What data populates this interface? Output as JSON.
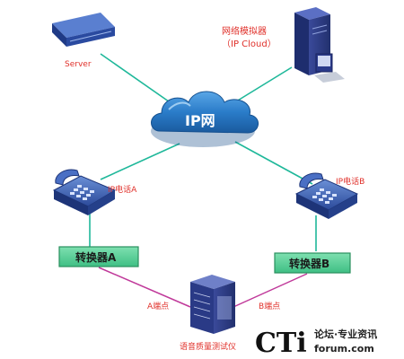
{
  "nodes": {
    "server": {
      "label": "Server"
    },
    "emulator": {
      "label_line1": "网络模拟器",
      "label_line2": "（IP Cloud）"
    },
    "cloud": {
      "label": "IP网"
    },
    "phone_a": {
      "label": "IP电话A"
    },
    "phone_b": {
      "label": "IP电话B"
    },
    "converter_a": {
      "label": "转换器A"
    },
    "converter_b": {
      "label": "转换器B"
    },
    "tester": {
      "label": "语音质量测试仪"
    }
  },
  "links": {
    "endpoint_a": "A端点",
    "endpoint_b": "B端点"
  },
  "watermark": {
    "brand": "CTi",
    "line1": "论坛·专业资讯",
    "line2": "forum.com"
  },
  "colors": {
    "teal_link": "#1fb89a",
    "magenta_link": "#c0399a",
    "converter_fill": "#5fd39a",
    "cloud_fill": "#1f6fb5",
    "label_red": "#e0302a"
  }
}
